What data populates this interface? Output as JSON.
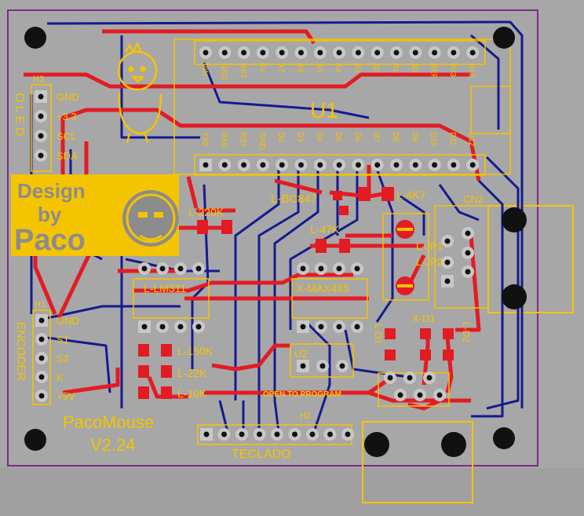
{
  "colors": {
    "background": "#a7a7a7",
    "board_outline": "#7a2d83",
    "top_copper": "#e31b23",
    "bottom_copper": "#161a8f",
    "silkscreen": "#f5c400",
    "pad": "#c8c8c8",
    "hole": "#111111"
  },
  "board": {
    "oled_header": {
      "ref": "H3",
      "vertical_label": "OLED",
      "pins": [
        "GND",
        "+3.3",
        "SCL",
        "SDA"
      ]
    },
    "encoder_header": {
      "ref": "H1",
      "vertical_label": "ENCODER",
      "pins": [
        "GND",
        "S1",
        "S2",
        "K",
        "+5V"
      ]
    },
    "arduino": {
      "ref": "U1",
      "top_pins": [
        "VIN",
        "GND",
        "RST",
        "5V",
        "A7",
        "A6",
        "A5",
        "A4",
        "A3",
        "A2",
        "A1",
        "A0",
        "REF",
        "3V3",
        "D13"
      ],
      "bottom_pins": [
        "TX0",
        "RX0",
        "RST",
        "GND",
        "D2",
        "D3",
        "D4",
        "D5",
        "D6",
        "D7",
        "D8",
        "D9",
        "D10",
        "D11",
        "D12"
      ]
    },
    "logo": {
      "line1": "Design",
      "line2": "by",
      "line3": "Paco",
      "icon": "chick-icon"
    },
    "components": {
      "bc847": "L-BC847",
      "r_4k7": "L-4K7",
      "r_220k": "L-220K",
      "r_47k": "L-47K",
      "lm311": "L-LM311",
      "max485": "X-MAX485",
      "jp1": "L-JP1",
      "jp2": "L-JP2",
      "cn2": "CN2",
      "d1_ref": "X-D1",
      "d1": "L-D1",
      "d2": "L-D2",
      "r_150k": "L-150K",
      "r_22k": "L-22K",
      "r_10k": "L-10K",
      "u2": "U2",
      "open_to_program": "OPEN TO PROGRAM",
      "h2": "H2",
      "keyboard": "TECLADO"
    },
    "title": {
      "name": "PacoMouse",
      "version": "V2.24"
    }
  }
}
